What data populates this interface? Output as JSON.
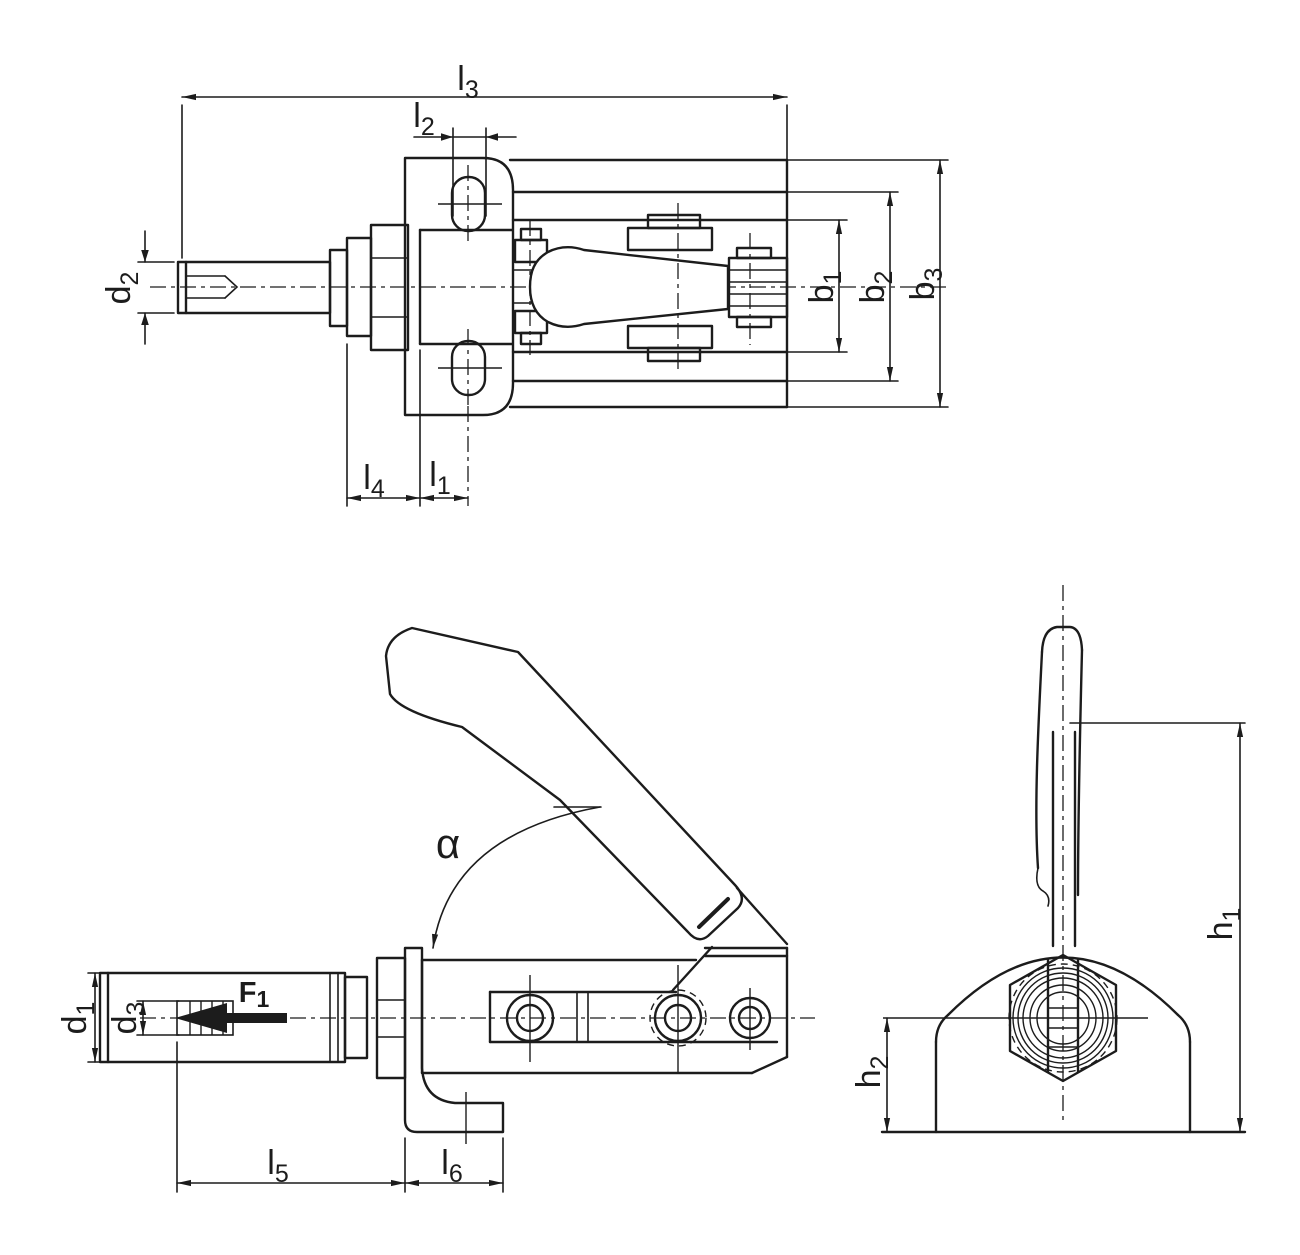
{
  "drawing_type": "technical-drawing-toggle-clamp-three-views",
  "colors": {
    "background": "#ffffff",
    "line": "#1c1c1c"
  },
  "labels": {
    "l1": {
      "main": "l",
      "sub": "1"
    },
    "l2": {
      "main": "l",
      "sub": "2"
    },
    "l3": {
      "main": "l",
      "sub": "3"
    },
    "l4": {
      "main": "l",
      "sub": "4"
    },
    "l5": {
      "main": "l",
      "sub": "5"
    },
    "l6": {
      "main": "l",
      "sub": "6"
    },
    "d1": {
      "main": "d",
      "sub": "1"
    },
    "d2": {
      "main": "d",
      "sub": "2"
    },
    "d3": {
      "main": "d",
      "sub": "3"
    },
    "b1": {
      "main": "b",
      "sub": "1"
    },
    "b2": {
      "main": "b",
      "sub": "2"
    },
    "b3": {
      "main": "b",
      "sub": "3"
    },
    "h1": {
      "main": "h",
      "sub": "1"
    },
    "h2": {
      "main": "h",
      "sub": "2"
    },
    "f1": {
      "main": "F",
      "sub": "1"
    },
    "alpha": {
      "main": "α",
      "sub": ""
    }
  }
}
